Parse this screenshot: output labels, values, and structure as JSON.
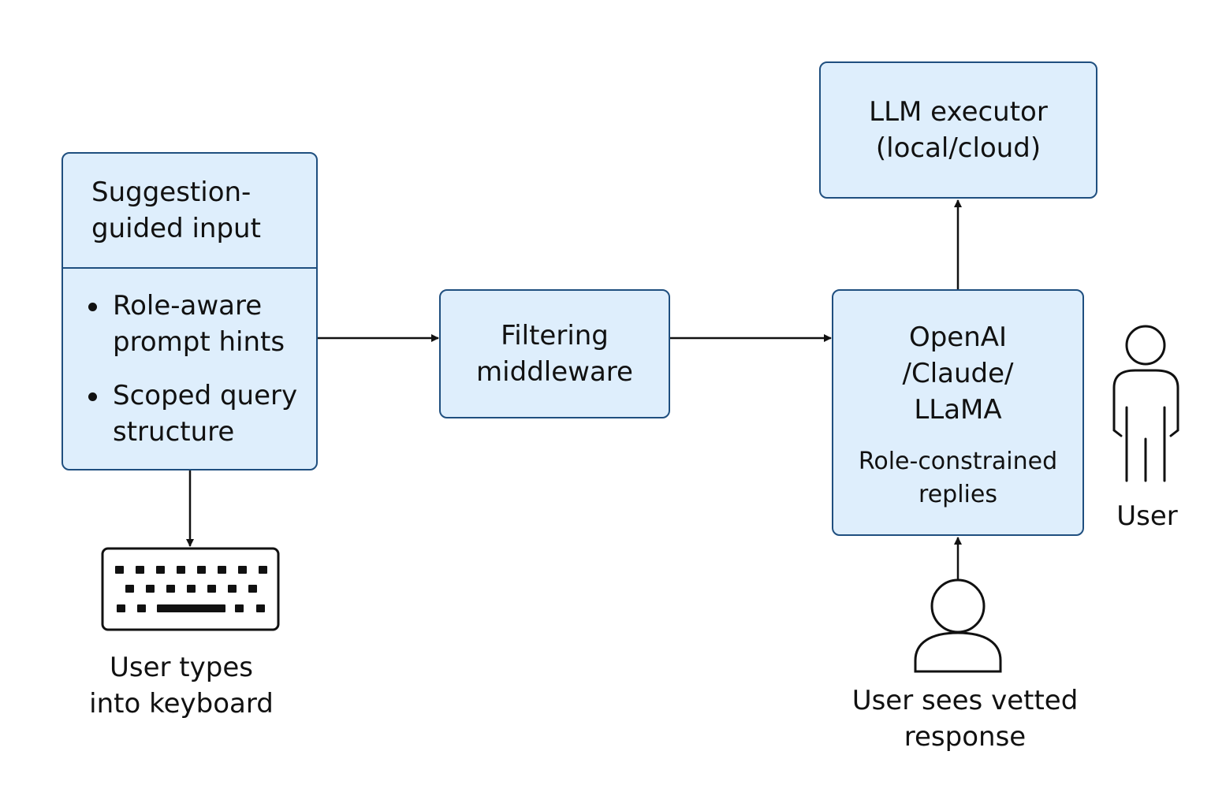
{
  "input_block": {
    "title_lines": [
      "Suggestion-",
      "guided input"
    ],
    "bullets": [
      {
        "lines": [
          "Role-aware",
          "prompt hints"
        ]
      },
      {
        "lines": [
          "Scoped query",
          "structure"
        ]
      }
    ]
  },
  "filter_block": {
    "lines": [
      "Filtering",
      "middleware"
    ]
  },
  "executor_block": {
    "lines": [
      "LLM executor",
      "(local/cloud)"
    ]
  },
  "llm_block": {
    "name_lines": [
      "OpenAI",
      "/Claude/",
      "LLaMA"
    ],
    "note_lines": [
      "Role-constrained",
      "replies"
    ]
  },
  "keyboard": {
    "icon": "keyboard-icon",
    "caption_lines": [
      "User types",
      "into keyboard"
    ]
  },
  "viewer": {
    "icon": "user-bust-icon",
    "caption_lines": [
      "User sees vetted",
      "response"
    ]
  },
  "user": {
    "icon": "standing-person-icon",
    "caption": "User"
  },
  "colors": {
    "box_fill": "#deeefc",
    "box_border": "#1f4f7f",
    "ink": "#111111"
  }
}
